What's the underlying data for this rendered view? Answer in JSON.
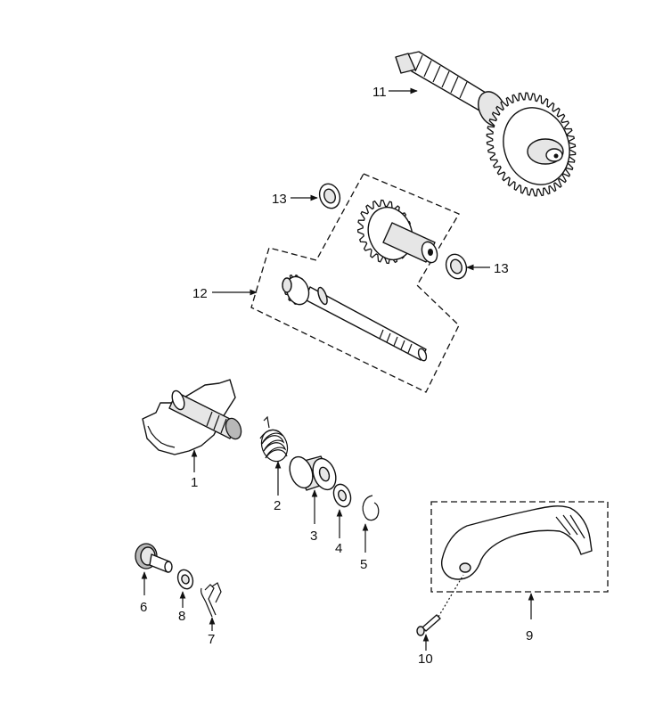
{
  "labels": {
    "p1": "1",
    "p2": "2",
    "p3": "3",
    "p4": "4",
    "p5": "5",
    "p6": "6",
    "p7": "7",
    "p8": "8",
    "p9": "9",
    "p10": "10",
    "p11": "11",
    "p12": "12",
    "p13a": "13",
    "p13b": "13"
  }
}
